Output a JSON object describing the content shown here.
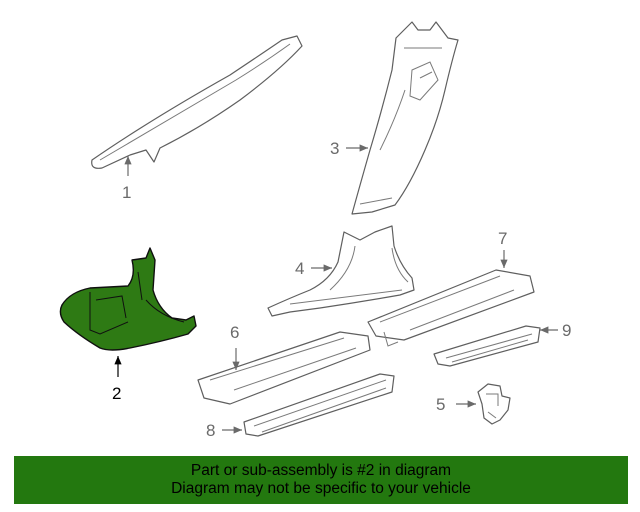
{
  "callouts": [
    {
      "id": "1",
      "label": "1",
      "highlighted": false
    },
    {
      "id": "2",
      "label": "2",
      "highlighted": true
    },
    {
      "id": "3",
      "label": "3",
      "highlighted": false
    },
    {
      "id": "4",
      "label": "4",
      "highlighted": false
    },
    {
      "id": "5",
      "label": "5",
      "highlighted": false
    },
    {
      "id": "6",
      "label": "6",
      "highlighted": false
    },
    {
      "id": "7",
      "label": "7",
      "highlighted": false
    },
    {
      "id": "8",
      "label": "8",
      "highlighted": false
    },
    {
      "id": "9",
      "label": "9",
      "highlighted": false
    }
  ],
  "banner": {
    "line1": "Part or sub-assembly is #2 in diagram",
    "line2": "Diagram may not be specific to your vehicle",
    "color": "#23780f"
  },
  "colors": {
    "highlight_fill": "#2e7a14",
    "line": "#5f5f5f",
    "background": "#ffffff"
  }
}
